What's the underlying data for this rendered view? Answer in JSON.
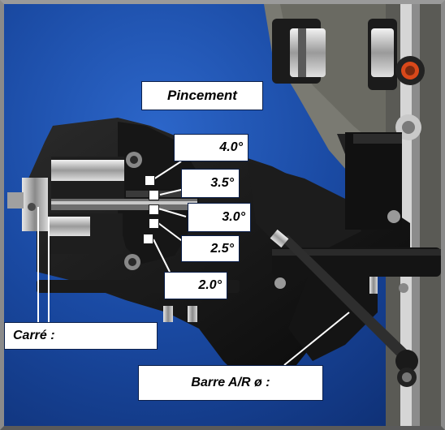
{
  "labels": {
    "pincement": "Pincement",
    "angle_40": "4.0°",
    "angle_35": "3.5°",
    "angle_30": "3.0°",
    "angle_25": "2.5°",
    "angle_20": "2.0°",
    "carre": "Carré :",
    "barre": "Barre A/R ø :"
  },
  "colors": {
    "background": "#1a4aa3",
    "part": "#111111",
    "label_bg": "#ffffff"
  }
}
